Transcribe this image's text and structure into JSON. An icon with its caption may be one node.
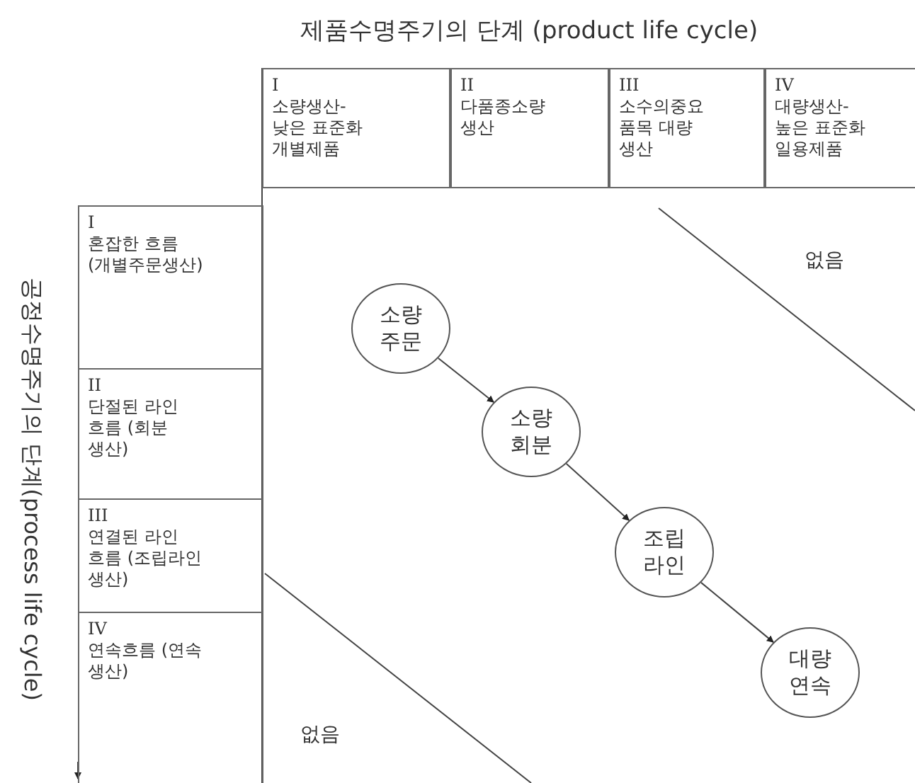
{
  "diagram": {
    "title": "제품수명주기의 단계 (product life cycle)",
    "nodes": [
      {
        "text": [
          "I",
          "소량생산- 낮은 표준화 개별제품"
        ]
      },
      {
        "text": [
          "II",
          "다품종소량 생산"
        ]
      },
      {
        "text": [
          "III",
          "소수의중요 품목 대량 생산"
        ]
      },
      {
        "text": [
          "IV",
          "대량생산- 높은 표준화 일용제품"
        ]
      },
      {
        "text": [
          "I",
          "혼잡한 흐름 (개별주문생산)"
        ]
      },
      {
        "text": [
          "II",
          "단절된 라인 흐름 (회분 생산)"
        ]
      },
      {
        "text": [
          "III",
          "연결된 라인 흐름 (조립라인 생산)"
        ]
      },
      {
        "text": [
          "IV",
          "연속흐름 (연속 생산)"
        ]
      },
      {
        "text": [
          "소량 주문"
        ]
      },
      {
        "text": [
          "소량 회분"
        ]
      },
      {
        "text": [
          "조립 라인"
        ]
      },
      {
        "text": [
          "대량 연속"
        ]
      }
    ],
    "edges": [
      {
        "from": 8,
        "to": 9,
        "arrow": "to"
      },
      {
        "from": 9,
        "to": 10,
        "arrow": "to"
      },
      {
        "from": 10,
        "to": 11,
        "arrow": "to"
      }
    ],
    "labels": [
      "공정수명주기의 단계(process life cycle)",
      "없음",
      "없음"
    ]
  }
}
